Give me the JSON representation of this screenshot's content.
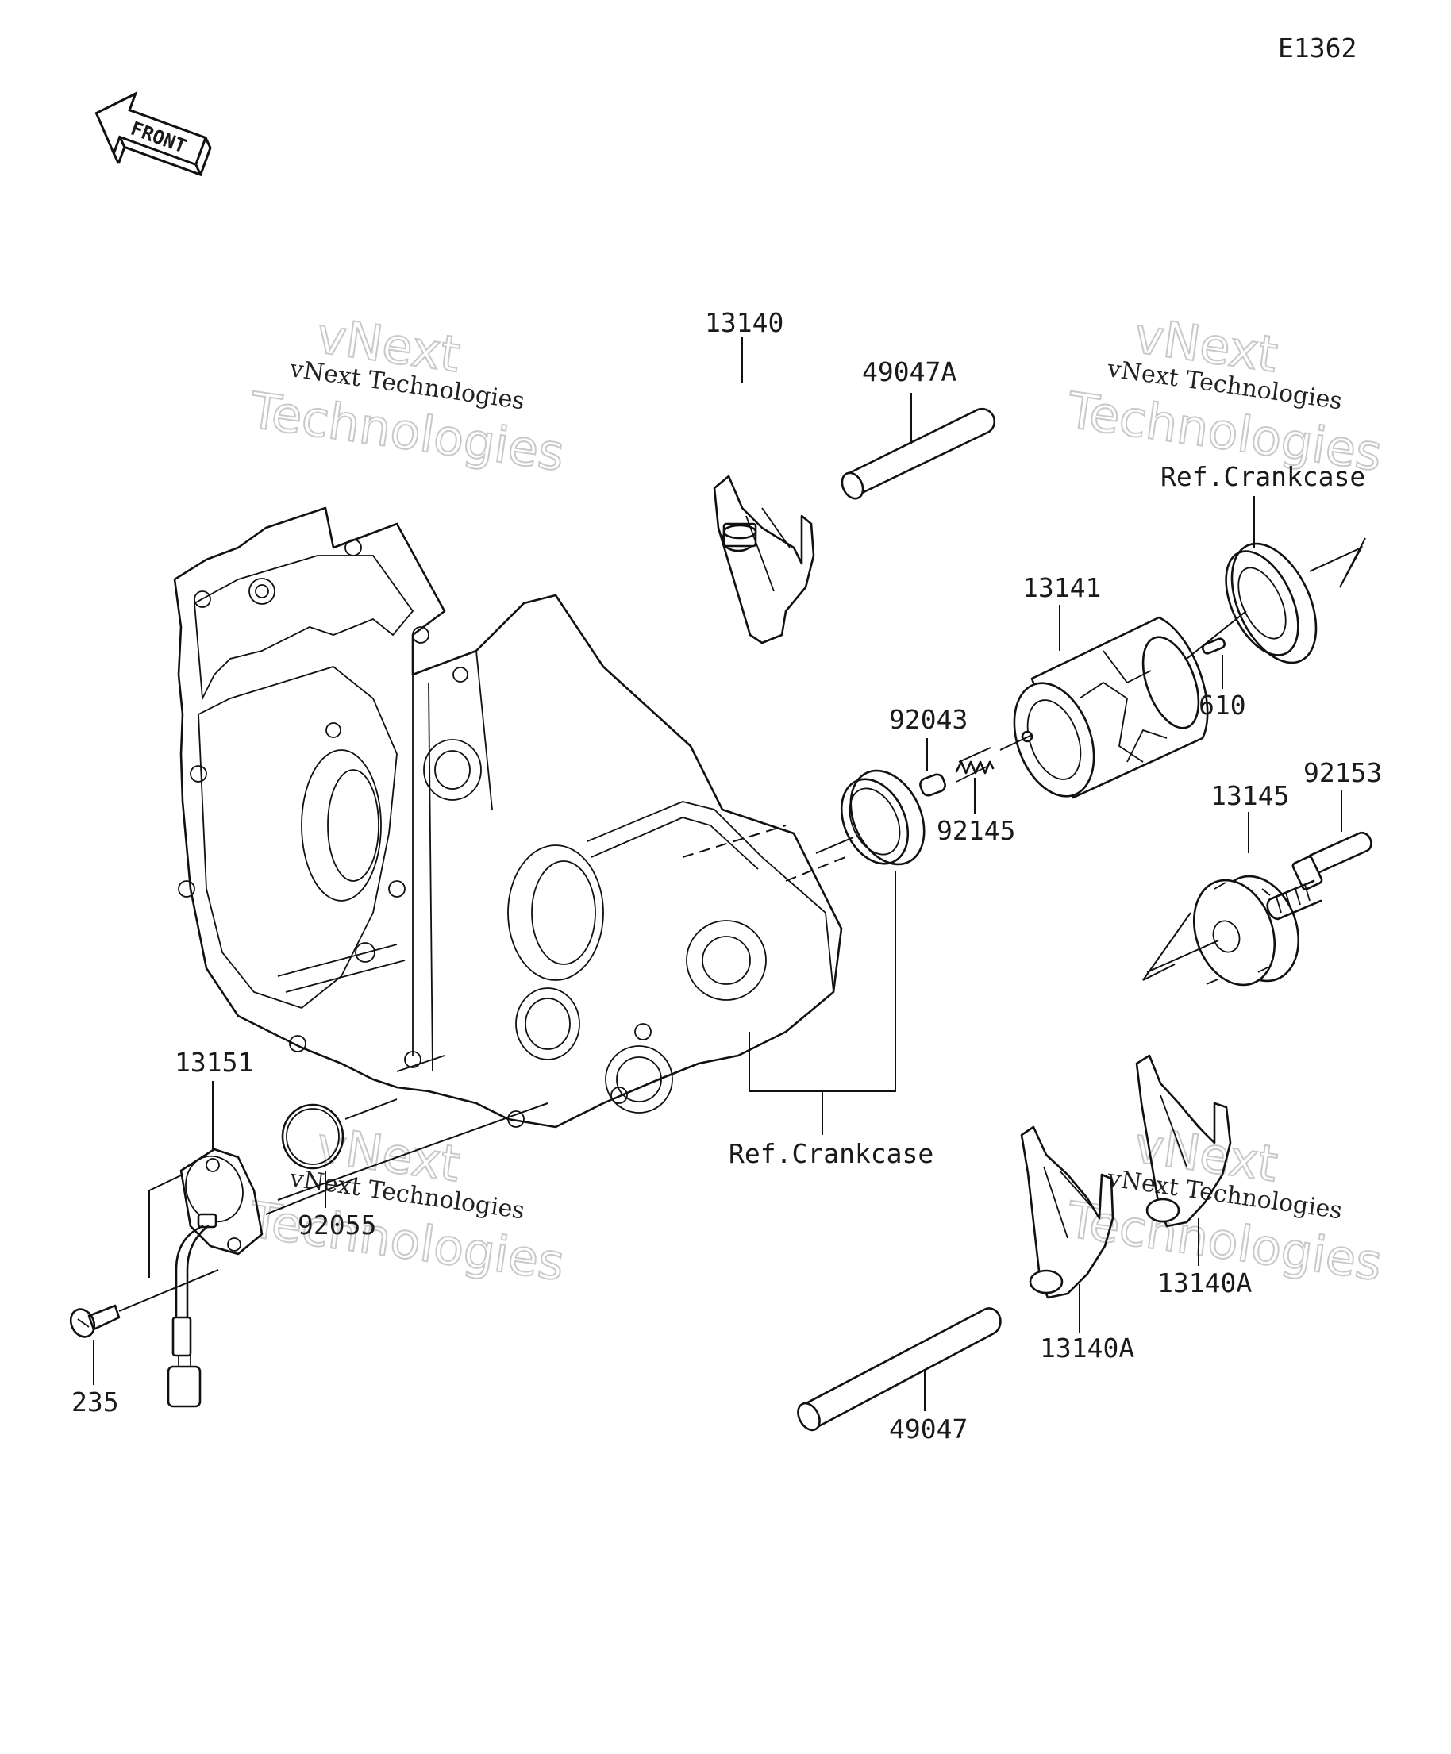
{
  "diagram_code": "E1362",
  "front_label": "FRONT",
  "watermark": {
    "line1": "vNext Technologies",
    "line2": "vNext",
    "line3": "Technologies"
  },
  "labels": {
    "p13140": "13140",
    "p49047A": "49047A",
    "ref_crankcase_top": "Ref.Crankcase",
    "p13141": "13141",
    "p610": "610",
    "p92043": "92043",
    "p92145": "92145",
    "p92153": "92153",
    "p13145": "13145",
    "p13151": "13151",
    "ref_crankcase_bottom": "Ref.Crankcase",
    "p92055": "92055",
    "p235": "235",
    "p13140A_a": "13140A",
    "p13140A_b": "13140A",
    "p49047": "49047"
  }
}
